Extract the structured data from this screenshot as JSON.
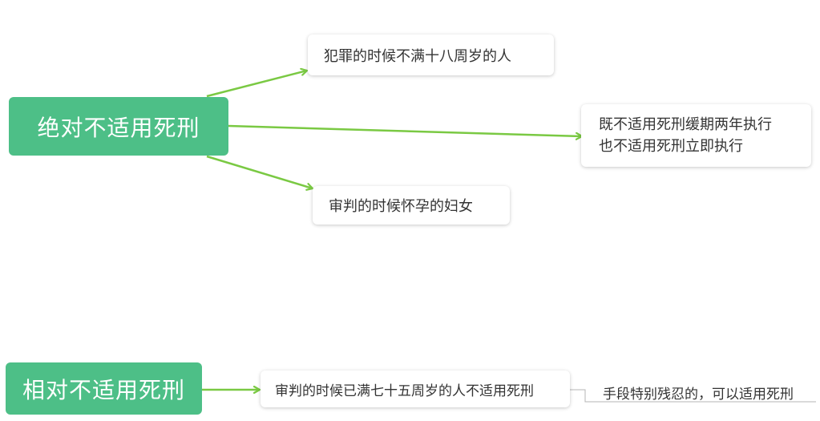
{
  "colors": {
    "main_node": "#4dbf87",
    "connector": "#7ac943",
    "text": "#333333"
  },
  "node1": {
    "title": "绝对不适用死刑",
    "children": [
      {
        "text": "犯罪的时候不满十八周岁的人"
      },
      {
        "line1": "既不适用死刑缓期两年执行",
        "line2": "也不适用死刑立即执行"
      },
      {
        "text": "审判的时候怀孕的妇女"
      }
    ]
  },
  "node2": {
    "title": "相对不适用死刑",
    "child": "审判的时候已满七十五周岁的人不适用死刑",
    "note": "手段特别残忍的，可以适用死刑"
  }
}
